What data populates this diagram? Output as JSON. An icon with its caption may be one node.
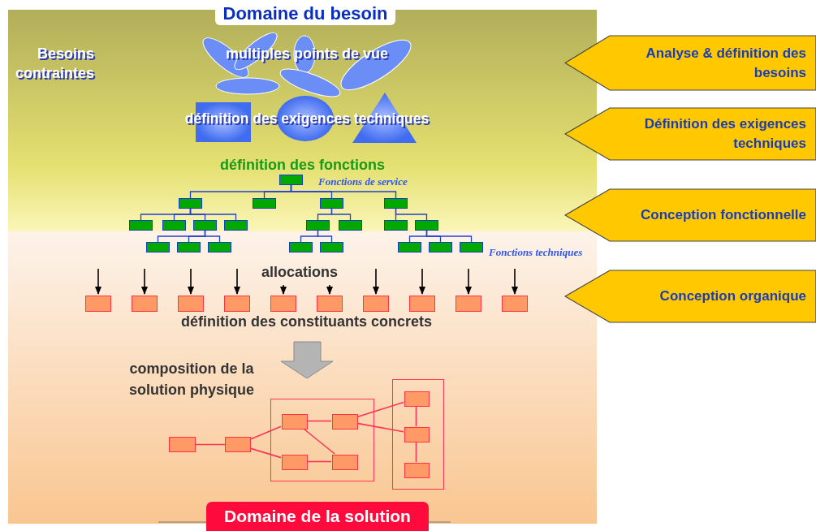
{
  "diagram": {
    "nodes": [
      {
        "text": [
          "Domaine du besoin"
        ]
      },
      {
        "text": [
          "Analyse & définition des besoins"
        ]
      },
      {
        "text": [
          "Définition des exigences techniques"
        ]
      },
      {
        "text": [
          "Conception fonctionnelle"
        ]
      },
      {
        "text": [
          "Conception organique"
        ]
      },
      {
        "text": [],
        "shape": "box"
      },
      {
        "text": [],
        "shape": "box"
      },
      {
        "text": [],
        "shape": "box"
      },
      {
        "text": [],
        "shape": "box"
      },
      {
        "text": [],
        "shape": "box"
      },
      {
        "text": [],
        "shape": "box"
      },
      {
        "text": [],
        "shape": "box"
      },
      {
        "text": [],
        "shape": "box"
      },
      {
        "text": [],
        "shape": "box"
      },
      {
        "text": [],
        "shape": "box"
      },
      {
        "text": [],
        "shape": "box"
      },
      {
        "text": [],
        "shape": "box"
      },
      {
        "text": [],
        "shape": "box"
      },
      {
        "text": [],
        "shape": "box"
      },
      {
        "text": [],
        "shape": "box"
      },
      {
        "text": [],
        "shape": "box"
      },
      {
        "text": [],
        "shape": "box"
      },
      {
        "text": [],
        "shape": "box"
      },
      {
        "text": [],
        "shape": "box"
      },
      {
        "text": [],
        "shape": "box"
      },
      {
        "text": [],
        "shape": "box"
      },
      {
        "text": [],
        "shape": "box"
      },
      {
        "text": [],
        "shape": "box"
      },
      {
        "text": [],
        "shape": "box"
      },
      {
        "text": [],
        "shape": "box"
      },
      {
        "text": [],
        "shape": "box"
      },
      {
        "text": [],
        "shape": "box"
      },
      {
        "text": [],
        "shape": "box"
      },
      {
        "text": [],
        "shape": "box"
      },
      {
        "text": [],
        "shape": "box"
      },
      {
        "text": [],
        "shape": "box"
      },
      {
        "text": [],
        "shape": "box"
      },
      {
        "text": [],
        "shape": "box"
      },
      {
        "text": [],
        "shape": "box"
      },
      {
        "text": [],
        "shape": "box",
        "in": 38
      },
      {
        "text": [],
        "shape": "box",
        "in": 38
      },
      {
        "text": [],
        "shape": "box",
        "in": 38
      },
      {
        "text": [],
        "shape": "box",
        "in": 38
      },
      {
        "text": [],
        "shape": "box"
      },
      {
        "text": [],
        "shape": "box",
        "in": 43
      },
      {
        "text": [],
        "shape": "box",
        "in": 43
      },
      {
        "text": [],
        "shape": "box",
        "in": 43
      },
      {
        "text": [
          "Domaine de la solution"
        ]
      }
    ],
    "edges": [
      {
        "from": 5,
        "to": 6,
        "arrow": "none"
      },
      {
        "from": 5,
        "to": 7,
        "arrow": "none"
      },
      {
        "from": 5,
        "to": 8,
        "arrow": "none"
      },
      {
        "from": 5,
        "to": 9,
        "arrow": "none"
      },
      {
        "from": 6,
        "to": 10,
        "arrow": "none"
      },
      {
        "from": 6,
        "to": 11,
        "arrow": "none"
      },
      {
        "from": 6,
        "to": 12,
        "arrow": "none"
      },
      {
        "from": 6,
        "to": 13,
        "arrow": "none"
      },
      {
        "from": 8,
        "to": 14,
        "arrow": "none"
      },
      {
        "from": 8,
        "to": 15,
        "arrow": "none"
      },
      {
        "from": 9,
        "to": 16,
        "arrow": "none"
      },
      {
        "from": 9,
        "to": 17,
        "arrow": "none"
      },
      {
        "from": 12,
        "to": 18,
        "arrow": "none"
      },
      {
        "from": 12,
        "to": 19,
        "arrow": "none"
      },
      {
        "from": 12,
        "to": 20,
        "arrow": "none"
      },
      {
        "from": 14,
        "to": 21,
        "arrow": "none"
      },
      {
        "from": 14,
        "to": 22,
        "arrow": "none"
      },
      {
        "from": 17,
        "to": 23,
        "arrow": "none"
      },
      {
        "from": 17,
        "to": 24,
        "arrow": "none"
      },
      {
        "from": 17,
        "to": 25,
        "arrow": "none"
      },
      {
        "from": null,
        "to": 26,
        "arrow": "to",
        "color": "#000000"
      },
      {
        "from": null,
        "to": 27,
        "arrow": "to",
        "color": "#000000"
      },
      {
        "from": null,
        "to": 28,
        "arrow": "to",
        "color": "#000000"
      },
      {
        "from": null,
        "to": 29,
        "arrow": "to",
        "color": "#000000"
      },
      {
        "from": null,
        "to": 30,
        "arrow": "to",
        "color": "#000000"
      },
      {
        "from": null,
        "to": 31,
        "arrow": "to",
        "color": "#000000"
      },
      {
        "from": null,
        "to": 32,
        "arrow": "to",
        "color": "#000000"
      },
      {
        "from": null,
        "to": 33,
        "arrow": "to",
        "color": "#000000"
      },
      {
        "from": null,
        "to": 34,
        "arrow": "to",
        "color": "#000000"
      },
      {
        "from": null,
        "to": 35,
        "arrow": "to",
        "color": "#000000"
      },
      {
        "from": 36,
        "to": 37,
        "arrow": "none",
        "color": "#ff3355"
      },
      {
        "from": 37,
        "to": 39,
        "arrow": "none",
        "color": "#ff3355"
      },
      {
        "from": 37,
        "to": 41,
        "arrow": "none",
        "color": "#ff3355"
      },
      {
        "from": 40,
        "to": 39,
        "arrow": "none",
        "color": "#ff3355"
      },
      {
        "from": 39,
        "to": 42,
        "arrow": "none",
        "color": "#ff3355"
      },
      {
        "from": 41,
        "to": 42,
        "arrow": "none",
        "color": "#ff3355"
      },
      {
        "from": 44,
        "to": 40,
        "arrow": "none",
        "color": "#ff3355"
      },
      {
        "from": 45,
        "to": 40,
        "arrow": "none",
        "color": "#ff3355"
      },
      {
        "from": 44,
        "to": 45,
        "arrow": "none",
        "color": "#ff3355"
      },
      {
        "from": 45,
        "to": 46,
        "arrow": "none",
        "color": "#ff3355"
      }
    ],
    "labels": [
      "Besoins contraintes",
      "multiples points de vue",
      "définition des exigences techniques",
      "définition des fonctions",
      "Fonctions de service",
      "Fonctions techniques",
      "allocations",
      "définition des constituants concrets",
      "composition de la solution physique"
    ]
  }
}
